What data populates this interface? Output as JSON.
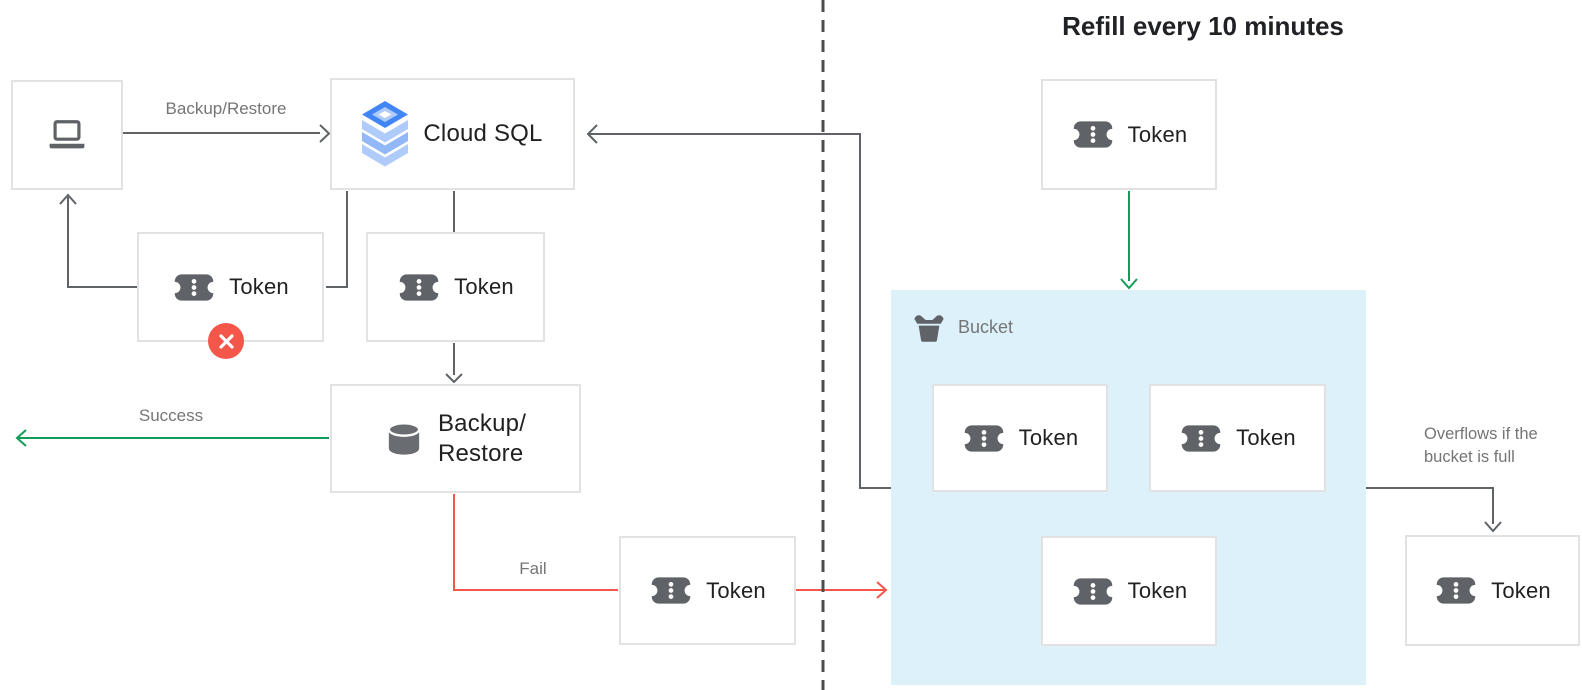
{
  "title": "Refill every 10 minutes",
  "nodes": {
    "cloud_sql": {
      "label": "Cloud SQL"
    },
    "backup_restore": {
      "line1": "Backup/",
      "line2": "Restore"
    },
    "rejected_token": {
      "label": "Token"
    },
    "consumed_token": {
      "label": "Token"
    },
    "fail_token": {
      "label": "Token"
    },
    "refill_token": {
      "label": "Token"
    },
    "overflow_token": {
      "label": "Token"
    }
  },
  "bucket": {
    "label": "Bucket",
    "tokens": [
      {
        "label": "Token"
      },
      {
        "label": "Token"
      },
      {
        "label": "Token"
      }
    ]
  },
  "edges": {
    "backup_restore_request": {
      "label": "Backup/Restore"
    },
    "success": {
      "label": "Success"
    },
    "fail": {
      "label": "Fail"
    }
  },
  "overflow_note": {
    "line1": "Overflows if the",
    "line2": "bucket is full"
  },
  "icons": {
    "laptop": "laptop-icon",
    "cloud_sql": "cloud-sql-icon",
    "token": "token-icon",
    "database": "database-icon",
    "bucket": "bucket-icon",
    "rejected_badge": "x-badge-icon"
  },
  "colors": {
    "success_green": "#0f9d58",
    "fail_red": "#f4564a",
    "connector_gray": "#5f6368",
    "divider_gray": "#4d4d4d",
    "bucket_fill": "#ddf1fb",
    "box_border": "#e2e2e2",
    "icon_gray": "#5f6368",
    "label_gray": "#757575",
    "text_dark": "#212121",
    "cloud_sql_blue": "#4285f4",
    "cloud_sql_light_blue": "#aecbfa"
  }
}
